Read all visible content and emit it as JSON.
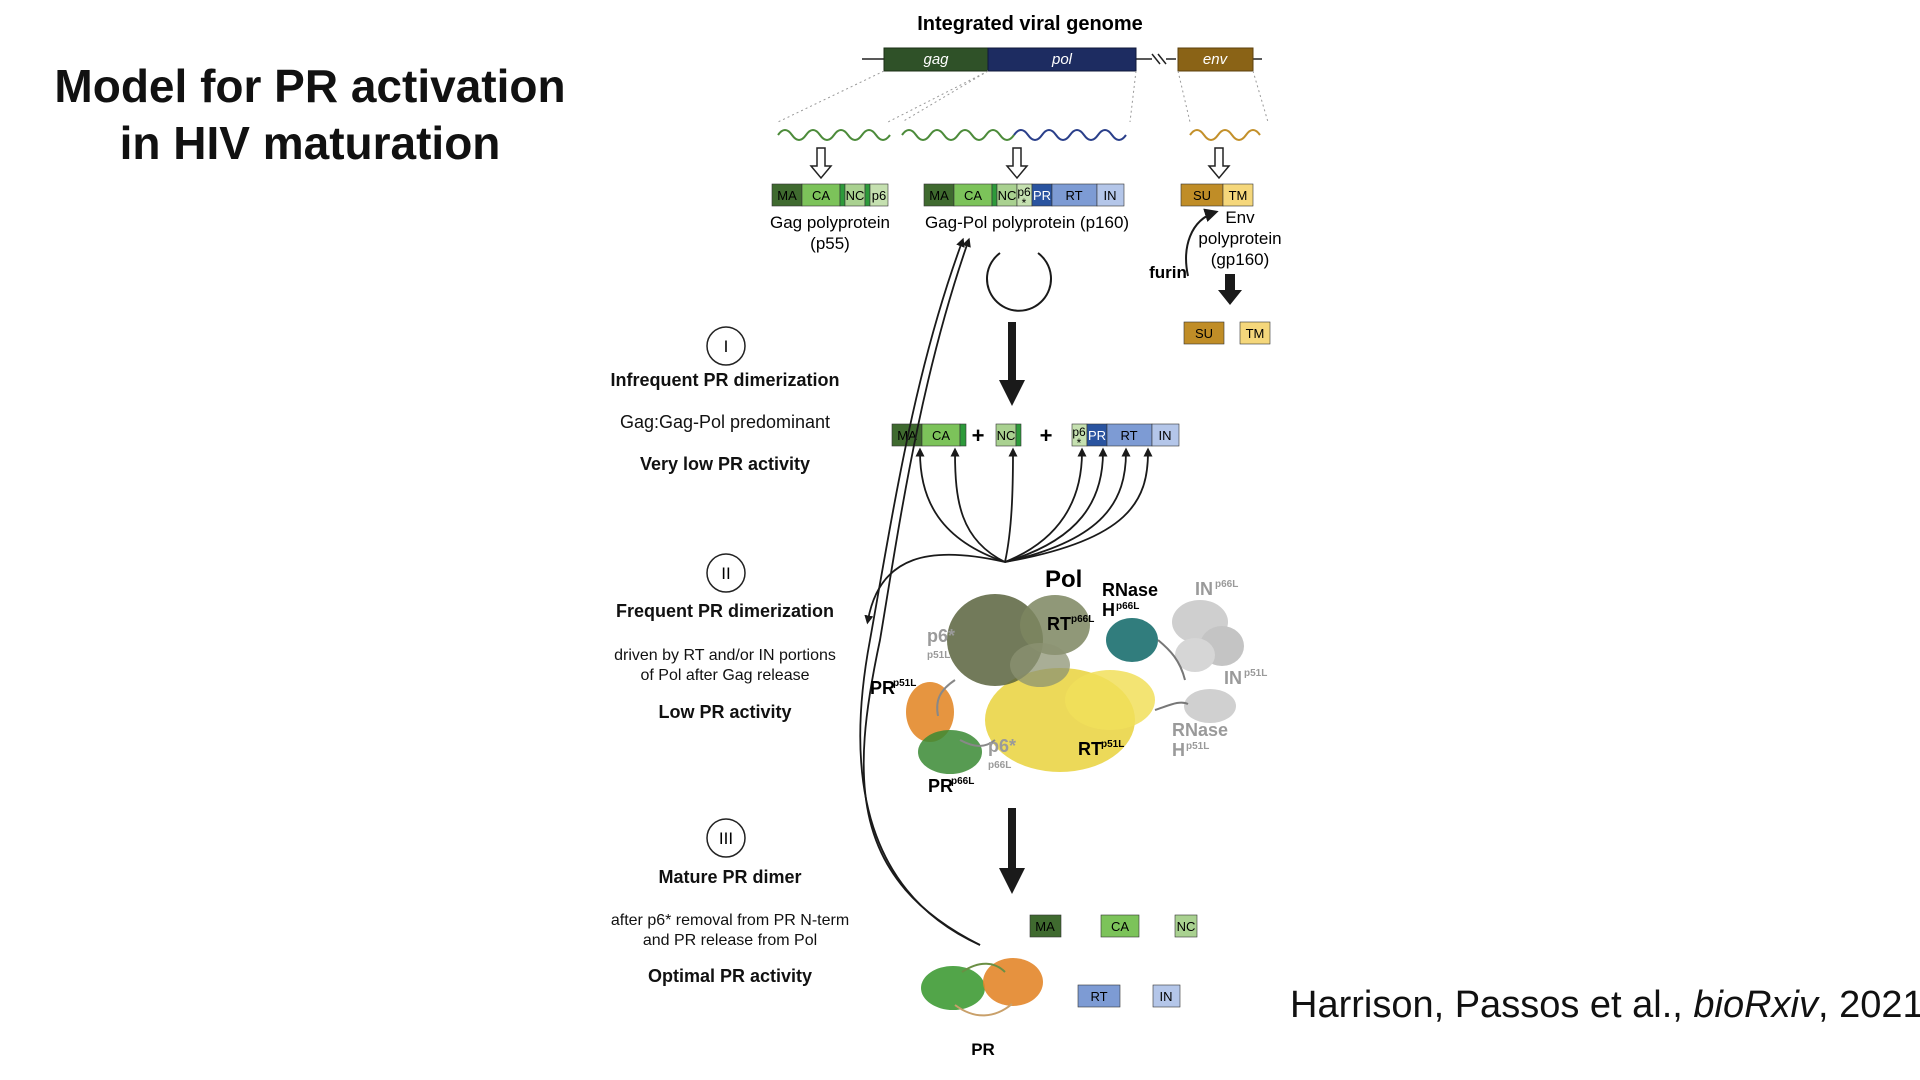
{
  "slide": {
    "title_line1": "Model for PR activation",
    "title_line2": "in HIV maturation",
    "citation_authors": "Harrison, Passos et al., ",
    "citation_journal": "bioRxiv",
    "citation_year": ", 2021"
  },
  "genome": {
    "title": "Integrated viral genome",
    "gag": "gag",
    "pol": "pol",
    "env": "env"
  },
  "polyproteins": {
    "gag_label_1": "Gag polyprotein",
    "gag_label_2": "(p55)",
    "gagpol_label": "Gag-Pol  polyprotein (p160)",
    "env_label_1": "Env",
    "env_label_2": "polyprotein",
    "env_label_3": "(gp160)",
    "furin": "furin"
  },
  "domains": {
    "MA": "MA",
    "CA": "CA",
    "NC": "NC",
    "p6": "p6",
    "p6star": "p6",
    "star": "*",
    "PR": "PR",
    "RT": "RT",
    "IN": "IN",
    "SU": "SU",
    "TM": "TM"
  },
  "operators": {
    "plus": "+"
  },
  "stages": [
    {
      "numeral": "I",
      "title": "Infrequent PR dimerization",
      "desc1": "Gag:Gag-Pol  predominant",
      "desc2": "",
      "activity": "Very low PR activity"
    },
    {
      "numeral": "II",
      "title": "Frequent PR dimerization",
      "desc1": "driven by RT and/or IN portions",
      "desc2": "of Pol after Gag release",
      "activity": "Low PR activity"
    },
    {
      "numeral": "III",
      "title": "Mature PR dimer",
      "desc1": "after p6* removal from PR N-term",
      "desc2": "and PR release from Pol",
      "activity": "Optimal PR activity"
    }
  ],
  "structure_labels": {
    "pol": "Pol",
    "rnase": "RNase",
    "H": "H",
    "RT": "RT",
    "PR": "PR",
    "IN": "IN",
    "p6star": "p6*",
    "p66L": "p66L",
    "p51L": "p51L",
    "pr_final": "PR"
  },
  "colors": {
    "MA": "#3f6a2f",
    "CA": "#7cc35a",
    "NC": "#a9d190",
    "p6": "#c5e0b0",
    "NCbar": "#2d9a3a",
    "PR": "#2a54a0",
    "RT": "#7d9bd4",
    "IN": "#b4c6e9",
    "gag": "#2f5128",
    "pol": "#1d2c61",
    "env": "#8a6316",
    "SU": "#c08d27",
    "TM": "#f5d77b",
    "RTpdb": "#e9d23c",
    "IN_gray": "#cfcfcf"
  }
}
